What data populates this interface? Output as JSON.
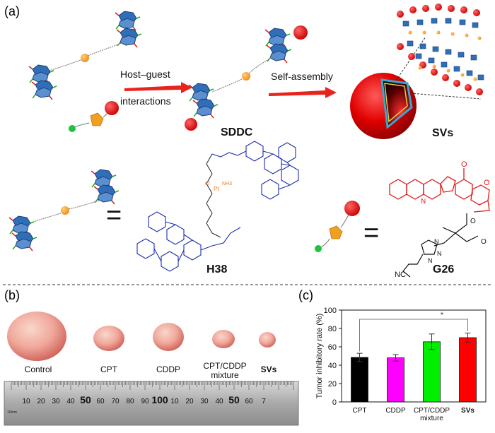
{
  "panel_a": {
    "label": "(a)",
    "arrow1_line1": "Host–guest",
    "arrow1_line2": "interactions",
    "arrow2_label": "Self-assembly",
    "sddc_label": "SDDC",
    "svs_label": "SVs",
    "equals_left": "=",
    "equals_right": "=",
    "h38_label": "H38",
    "g26_label": "G26",
    "chem_nc": "NC",
    "chem_n1": "N",
    "chem_n2": "N",
    "chem_n3": "N",
    "chem_o_ketone": "O",
    "chem_o_ring": "O",
    "chem_o_ester1": "O",
    "chem_o_ester2": "O",
    "chem_n_ring": "N",
    "chem_nh3": "NH3",
    "chem_pt": "Pt",
    "chem_cl": "Cl"
  },
  "panel_b": {
    "label": "(b)",
    "tumors": [
      "Control",
      "CPT",
      "CDDP",
      "CPT/CDDP",
      "SVs"
    ],
    "tumor_sub": "mixture",
    "ruler_numbers": [
      "10",
      "20",
      "30",
      "40",
      "50",
      "60",
      "70",
      "80",
      "90",
      "100",
      "10",
      "20",
      "30",
      "40",
      "50",
      "60",
      "7"
    ],
    "ruler_unit": "10mm"
  },
  "panel_c": {
    "label": "(c)"
  },
  "chart_data": {
    "type": "bar",
    "categories": [
      "CPT",
      "CDDP",
      "CPT/CDDP",
      "SVs"
    ],
    "category_sub": [
      "",
      "",
      "mixture",
      ""
    ],
    "values": [
      48.5,
      48,
      65.5,
      70
    ],
    "errors": [
      4.5,
      3.5,
      8.5,
      5
    ],
    "colors": [
      "#000000",
      "#ff00ff",
      "#00ee00",
      "#ff0000"
    ],
    "ylabel": "Tumor inhibitory rate (%)",
    "ylim": [
      0,
      100
    ],
    "yticks": [
      "0",
      "20",
      "40",
      "60",
      "80",
      "100"
    ],
    "significance": "*"
  }
}
